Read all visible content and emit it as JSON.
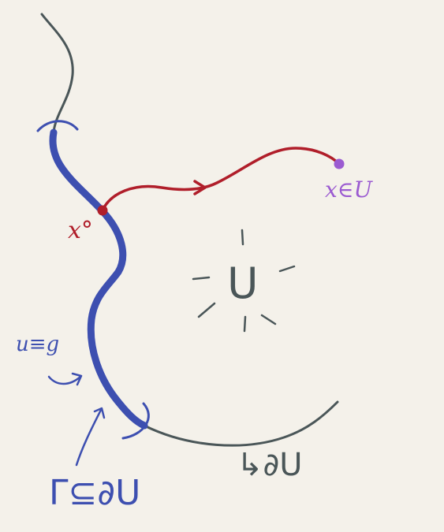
{
  "colors": {
    "paper": "#f4f1ea",
    "boundary": "#4a5658",
    "gamma": "#3d4fb0",
    "characteristic": "#b01e2a",
    "point": "#9b5bd1",
    "region_label": "#4a5658"
  },
  "labels": {
    "x0": "x°",
    "x_in_U": "x∈U",
    "region": "U",
    "boundary": "↳∂U",
    "gamma": "Γ⊆∂U",
    "boundary_condition": "u≡g"
  }
}
